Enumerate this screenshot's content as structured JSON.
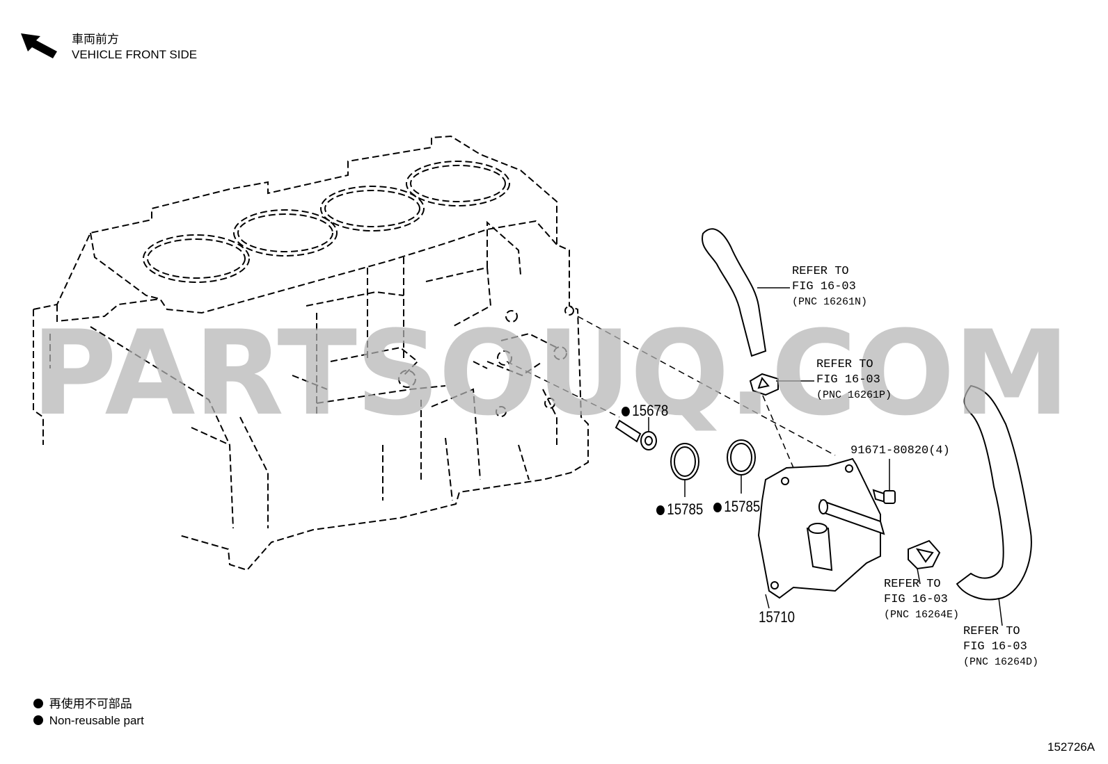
{
  "orientation": {
    "label_jp": "車両前方",
    "label_en": "VEHICLE FRONT SIDE"
  },
  "watermark": "PARTSOUQ.COM",
  "callouts": [
    {
      "id": "15678",
      "text": "15678",
      "non_reusable": true
    },
    {
      "id": "15785a",
      "text": "15785",
      "non_reusable": true
    },
    {
      "id": "15785b",
      "text": "15785",
      "non_reusable": true
    },
    {
      "id": "15710",
      "text": "15710",
      "non_reusable": false
    },
    {
      "id": "bolt",
      "text": "91671-80820(4)",
      "non_reusable": false
    }
  ],
  "references": [
    {
      "line1": "REFER TO",
      "line2": "FIG 16-03",
      "line3": "(PNC 16261N)"
    },
    {
      "line1": "REFER TO",
      "line2": "FIG 16-03",
      "line3": "(PNC 16261P)"
    },
    {
      "line1": "REFER TO",
      "line2": "FIG 16-03",
      "line3": "(PNC 16264E)"
    },
    {
      "line1": "REFER TO",
      "line2": "FIG 16-03",
      "line3": "(PNC 16264D)"
    }
  ],
  "legend": {
    "jp": "再使用不可部品",
    "en": "Non-reusable part"
  },
  "figure_id": "152726A",
  "colors": {
    "line": "#000000",
    "watermark": "#b4b4b4",
    "background": "#ffffff"
  }
}
